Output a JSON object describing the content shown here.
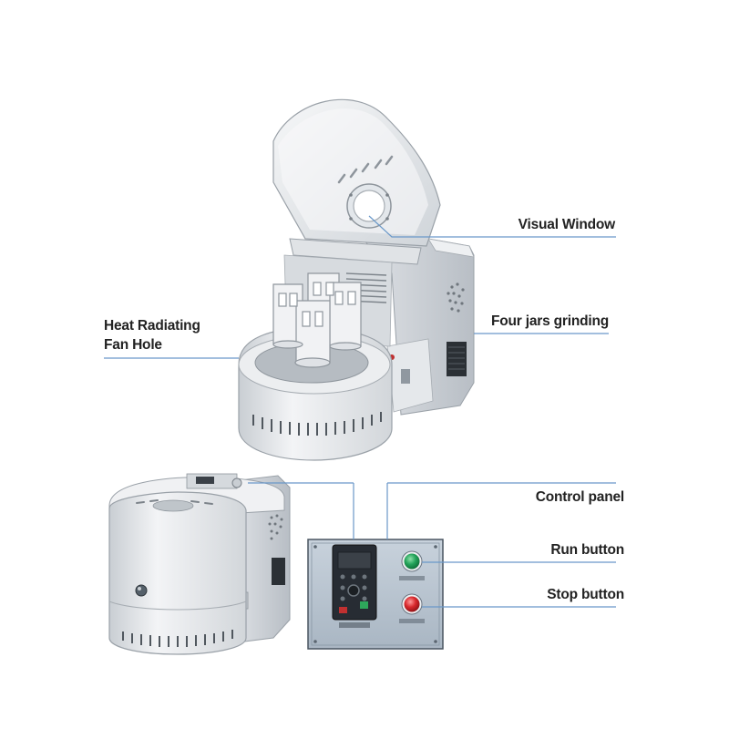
{
  "callouts": {
    "visual_window": "Visual Window",
    "heat_line1": "Heat Radiating",
    "heat_line2": "Fan Hole",
    "four_jars": "Four jars grinding",
    "control_panel": "Control panel",
    "run_button": "Run button",
    "stop_button": "Stop button"
  },
  "colors": {
    "leader_line": "#6a98c9",
    "machine_body": "#e9ecef",
    "panel_bg": "#b9c6d2",
    "run_button": "#23a35a",
    "stop_button": "#d8282c",
    "screen": "#1d2229"
  },
  "icons": {
    "machine": "planetary-ball-mill-icon",
    "run": "green-run-button",
    "stop": "red-stop-button"
  }
}
